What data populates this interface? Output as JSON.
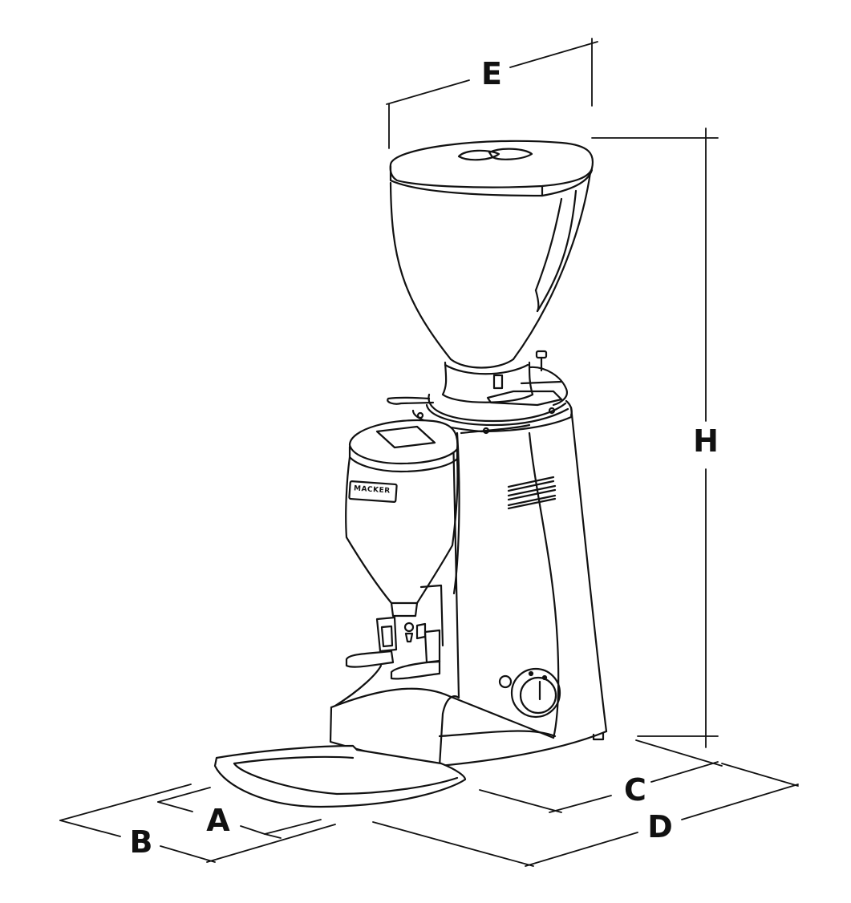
{
  "diagram": {
    "dimension_labels": {
      "a": "A",
      "b": "B",
      "c": "C",
      "d": "D",
      "e": "E",
      "h": "H"
    },
    "brand_text": "MACKER"
  }
}
